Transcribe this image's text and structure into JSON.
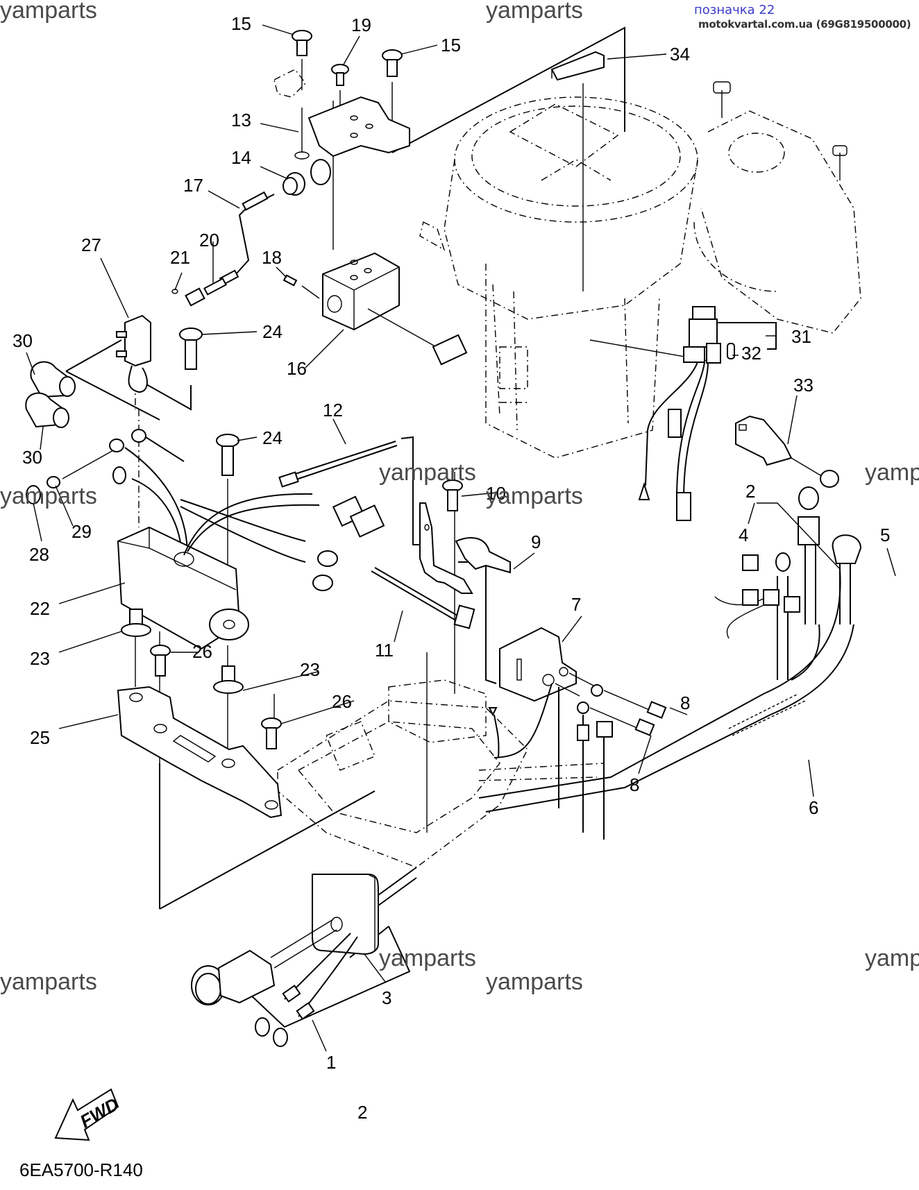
{
  "header": {
    "badge_title": "позначка 22",
    "badge_subtitle": "motokvartal.com.ua (69G819500000)"
  },
  "watermark_text": "yamparts",
  "drawing_id": "6EA5700-R140",
  "fwd_arrow_label": "FWD",
  "callouts": [
    {
      "id": "c15a",
      "text": "15"
    },
    {
      "id": "c19",
      "text": "19"
    },
    {
      "id": "c15b",
      "text": "15"
    },
    {
      "id": "c34",
      "text": "34"
    },
    {
      "id": "c13",
      "text": "13"
    },
    {
      "id": "c14",
      "text": "14"
    },
    {
      "id": "c17",
      "text": "17"
    },
    {
      "id": "c27",
      "text": "27"
    },
    {
      "id": "c20",
      "text": "20"
    },
    {
      "id": "c21",
      "text": "21"
    },
    {
      "id": "c18",
      "text": "18"
    },
    {
      "id": "c24a",
      "text": "24"
    },
    {
      "id": "c16",
      "text": "16"
    },
    {
      "id": "c30a",
      "text": "30"
    },
    {
      "id": "c30b",
      "text": "30"
    },
    {
      "id": "c31",
      "text": "31"
    },
    {
      "id": "c32",
      "text": "32"
    },
    {
      "id": "c33",
      "text": "33"
    },
    {
      "id": "c12",
      "text": "12"
    },
    {
      "id": "c24b",
      "text": "24"
    },
    {
      "id": "c10",
      "text": "10"
    },
    {
      "id": "c29",
      "text": "29"
    },
    {
      "id": "c28",
      "text": "28"
    },
    {
      "id": "c9",
      "text": "9"
    },
    {
      "id": "c2a",
      "text": "2"
    },
    {
      "id": "c4",
      "text": "4"
    },
    {
      "id": "c5",
      "text": "5"
    },
    {
      "id": "c22",
      "text": "22"
    },
    {
      "id": "c7",
      "text": "7"
    },
    {
      "id": "c11",
      "text": "11"
    },
    {
      "id": "c23a",
      "text": "23"
    },
    {
      "id": "c26a",
      "text": "26"
    },
    {
      "id": "c23b",
      "text": "23"
    },
    {
      "id": "c26b",
      "text": "26"
    },
    {
      "id": "c8a",
      "text": "8"
    },
    {
      "id": "c8b",
      "text": "8"
    },
    {
      "id": "c25",
      "text": "25"
    },
    {
      "id": "c6",
      "text": "6"
    },
    {
      "id": "c3",
      "text": "3"
    },
    {
      "id": "c1",
      "text": "1"
    },
    {
      "id": "c2b",
      "text": "2"
    }
  ]
}
